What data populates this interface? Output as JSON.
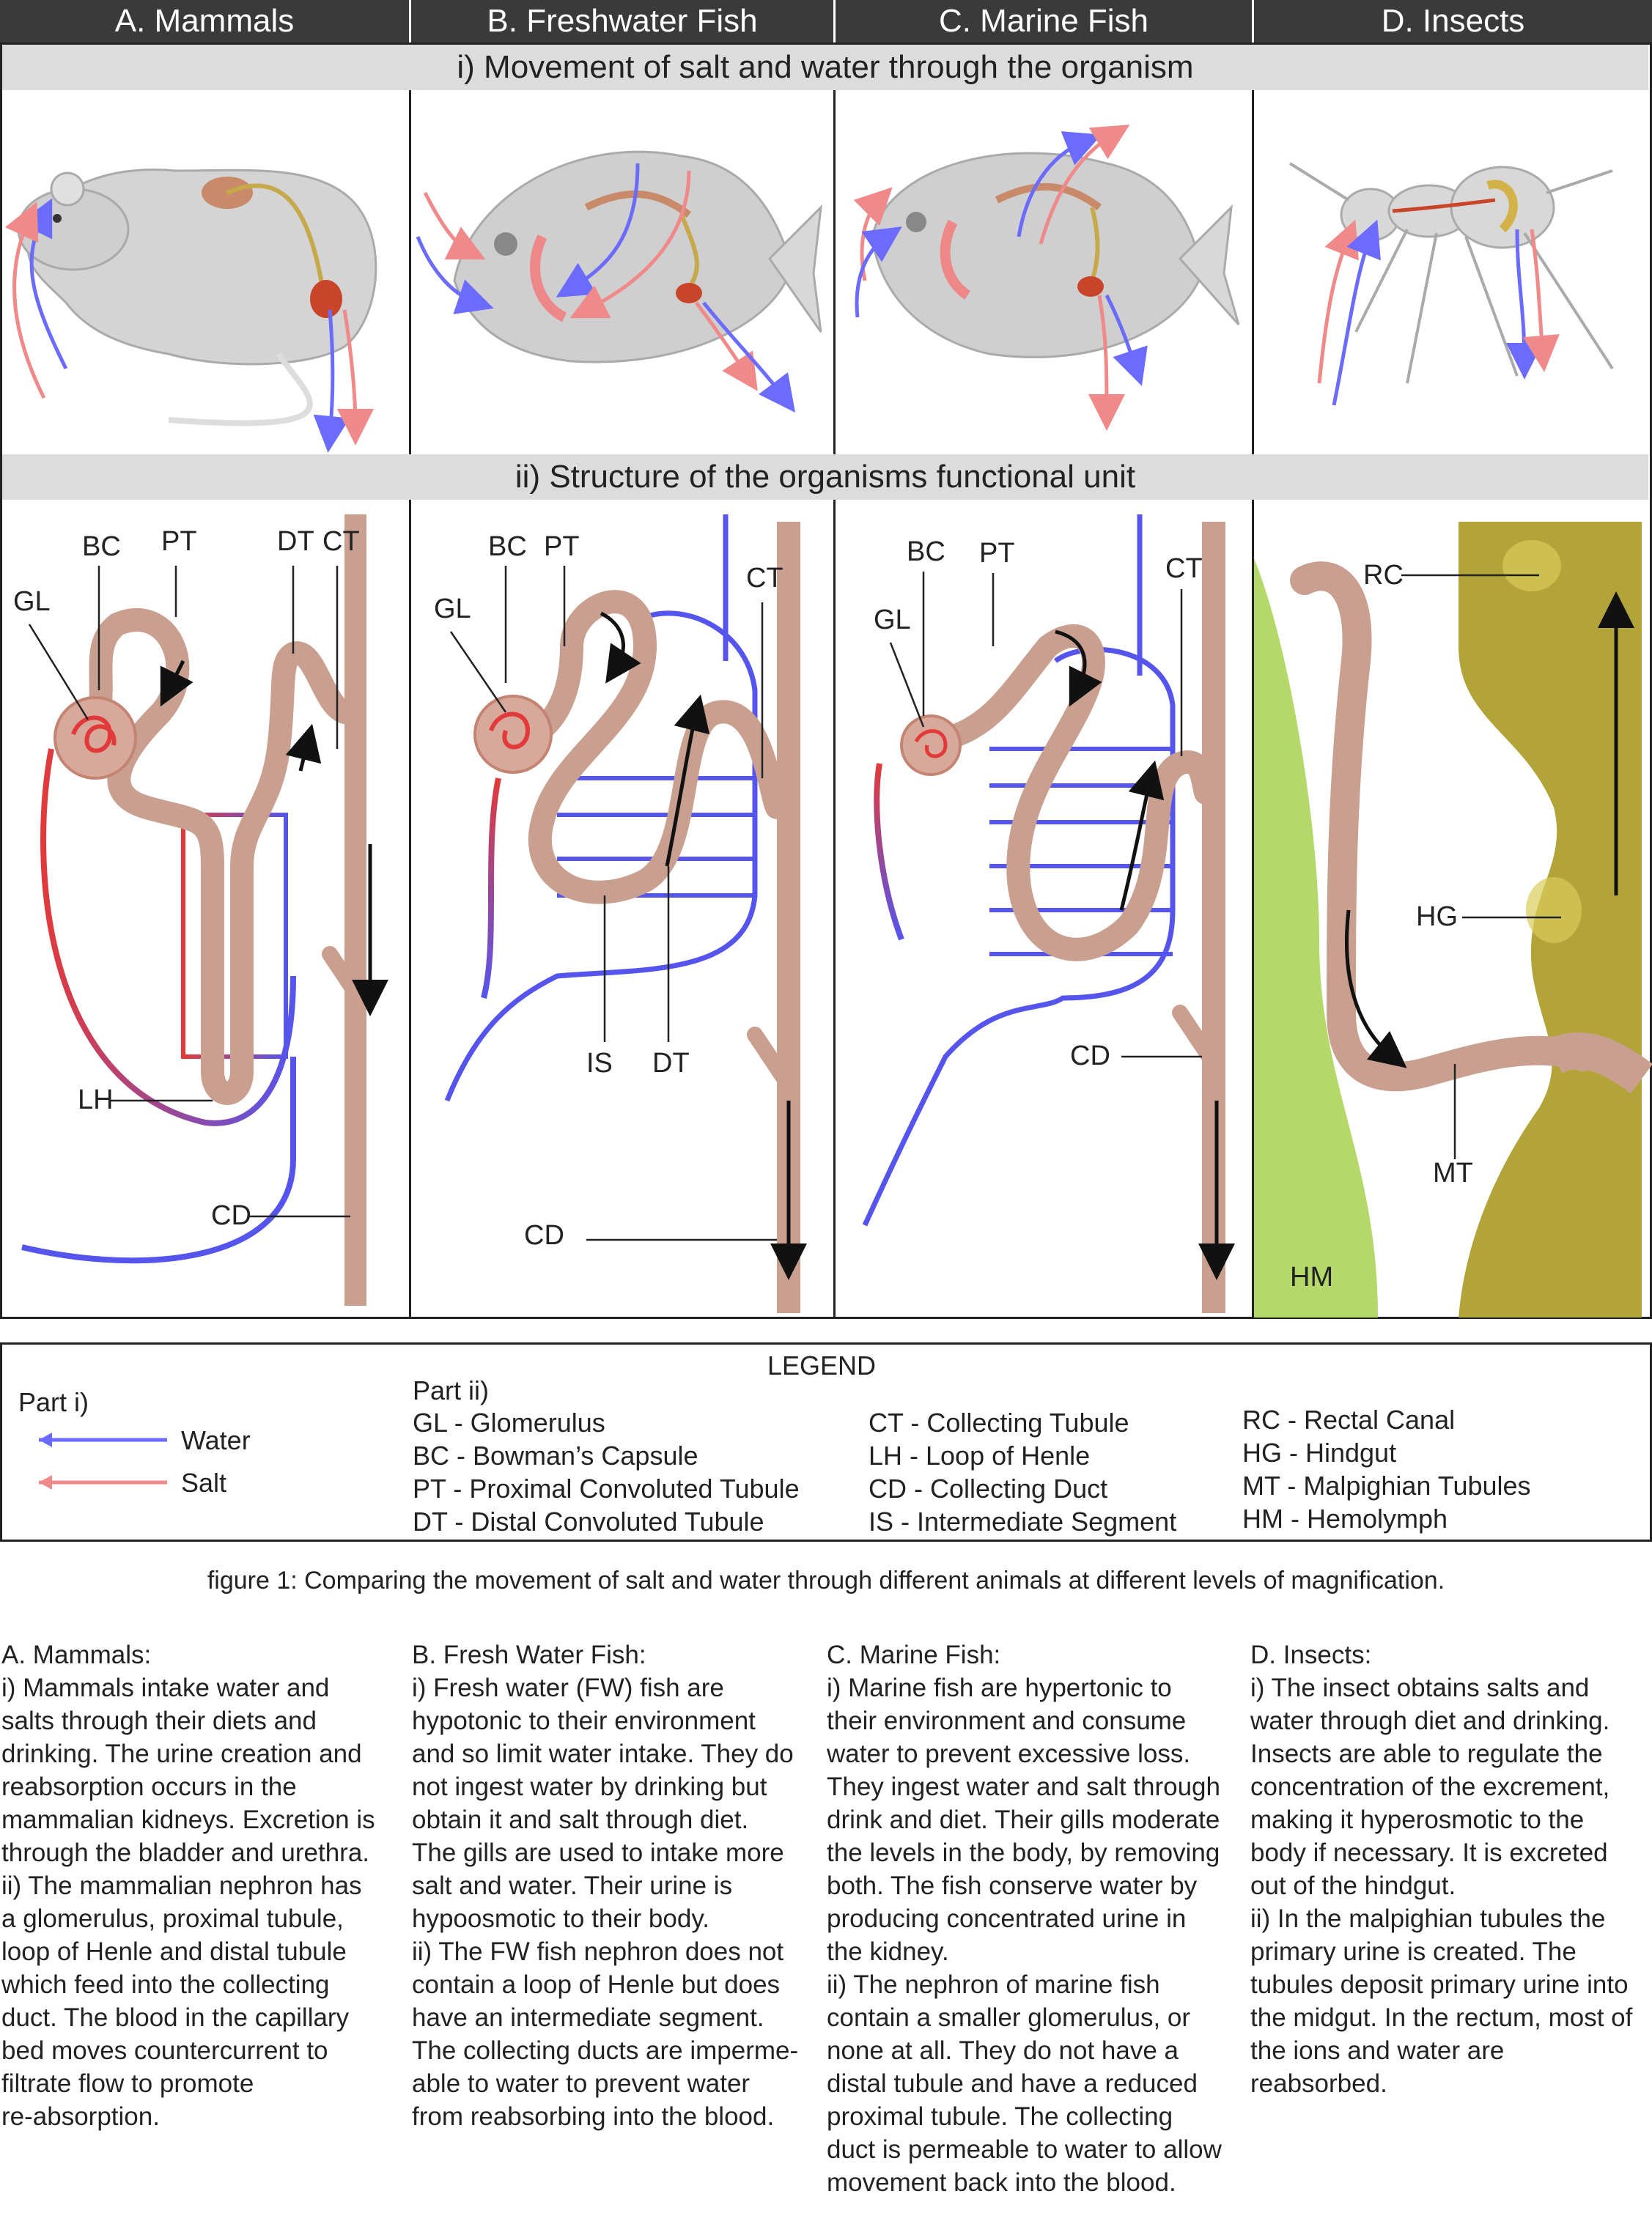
{
  "columns": [
    "A. Mammals",
    "B. Freshwater Fish",
    "C. Marine Fish",
    "D. Insects"
  ],
  "row_i_title": "i) Movement of salt and water through the organism",
  "row_ii_title": "ii) Structure of the organisms functional unit",
  "labels": {
    "mammal": {
      "gl": "GL",
      "bc": "BC",
      "pt": "PT",
      "dt": "DT",
      "ct": "CT",
      "lh": "LH",
      "cd": "CD"
    },
    "fw": {
      "gl": "GL",
      "bc": "BC",
      "pt": "PT",
      "ct": "CT",
      "is": "IS",
      "dt": "DT",
      "cd": "CD"
    },
    "marine": {
      "gl": "GL",
      "bc": "BC",
      "pt": "PT",
      "ct": "CT",
      "cd": "CD"
    },
    "insect": {
      "rc": "RC",
      "hg": "HG",
      "mt": "MT",
      "hm": "HM"
    }
  },
  "legend": {
    "title": "LEGEND",
    "part_i": "Part i)",
    "water": "Water",
    "salt": "Salt",
    "part_ii": "Part ii)",
    "col1": [
      "GL - Glomerulus",
      "BC - Bowman’s Capsule",
      "PT - Proximal Convoluted Tubule",
      "DT - Distal Convoluted Tubule"
    ],
    "col2": [
      "CT - Collecting Tubule",
      "LH - Loop of Henle",
      "CD - Collecting Duct",
      "IS - Intermediate Segment"
    ],
    "col3": [
      "RC - Rectal Canal",
      "HG - Hindgut",
      "MT - Malpighian Tubules",
      "HM - Hemolymph"
    ]
  },
  "caption": "figure 1: Comparing the movement of salt and water through different animals at different levels of magnification.",
  "descriptions": {
    "a": "A. Mammals:\ni)  Mammals intake water and\nsalts through their diets and\ndrinking. The urine creation and\nreabsorption occurs in the\nmammalian kidneys. Excretion is\nthrough the bladder and urethra.\nii) The mammalian nephron has\na glomerulus, proximal tubule,\nloop of Henle and distal tubule\nwhich feed into the collecting\nduct. The blood in the capillary\nbed moves countercurrent to\nfiltrate flow to promote\nre-absorption.",
    "b": " B. Fresh Water Fish:\ni) Fresh water (FW) fish are\nhypotonic to their environment\nand so limit water intake. They do\nnot ingest water by drinking but\nobtain it and salt through diet.\nThe gills are used to intake more\nsalt and water. Their urine is\nhypoosmotic to their body.\nii) The FW fish nephron does not\ncontain a loop of Henle but does\nhave an intermediate segment.\nThe collecting ducts are imperme-\nable to water to prevent water\nfrom reabsorbing into the blood.",
    "c": "C. Marine Fish:\ni) Marine fish are hypertonic to\ntheir environment and consume\nwater to prevent excessive loss.\nThey ingest water and salt through\ndrink and diet. Their gills moderate\nthe levels in the body, by removing\nboth. The fish conserve water by\nproducing concentrated urine in\nthe kidney.\nii) The nephron of marine fish\ncontain a smaller glomerulus, or\nnone at all. They do not have a\ndistal tubule and have a reduced\nproximal tubule. The collecting\nduct is permeable to water to allow\nmovement back into the blood.",
    "d": "D. Insects:\ni) The insect obtains salts and\nwater through diet and drinking.\nInsects are able to regulate the\nconcentration of the excrement,\nmaking it hyperosmotic to the\nbody if necessary. It is excreted\nout of the hindgut.\nii) In the malpighian tubules the\nprimary urine is created. The\ntubules deposit primary urine into\nthe midgut. In the rectum, most of\nthe ions and water are\nreabsorbed."
  },
  "colors": {
    "water": "#6b6bff",
    "salt": "#f08a8a",
    "tubule": "#c9a08f",
    "vessel_red": "#e23a3a",
    "vessel_blue": "#5555ee",
    "hindgut": "#b3a43a",
    "hemolymph": "#b5d86a"
  }
}
